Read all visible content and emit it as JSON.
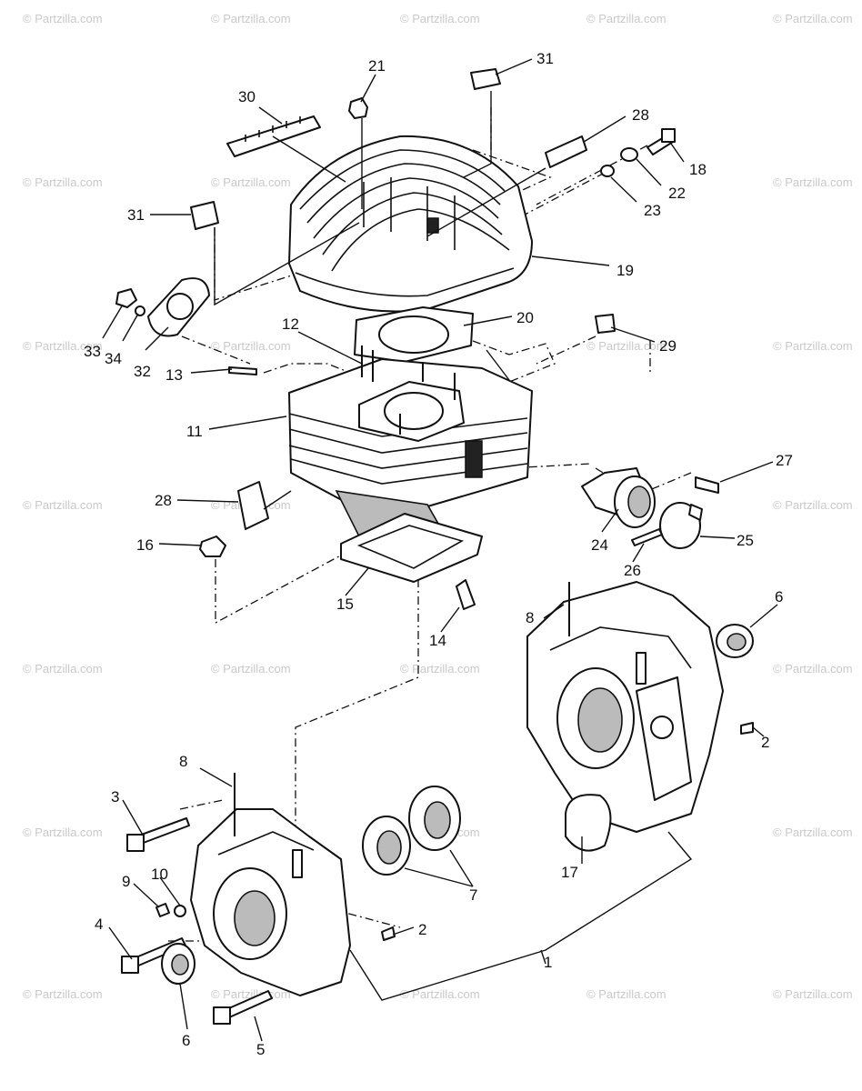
{
  "watermark": "© Partzilla.com",
  "callouts": {
    "c1": "1",
    "c2a": "2",
    "c2b": "2",
    "c3": "3",
    "c4": "4",
    "c5": "5",
    "c6a": "6",
    "c6b": "6",
    "c7": "7",
    "c8a": "8",
    "c8b": "8",
    "c9": "9",
    "c10": "10",
    "c11": "11",
    "c12": "12",
    "c13": "13",
    "c14": "14",
    "c15": "15",
    "c16": "16",
    "c17": "17",
    "c18": "18",
    "c19": "19",
    "c20": "20",
    "c21": "21",
    "c22": "22",
    "c23": "23",
    "c24": "24",
    "c25": "25",
    "c26": "26",
    "c27": "27",
    "c28a": "28",
    "c28b": "28",
    "c29": "29",
    "c30": "30",
    "c31a": "31",
    "c31b": "31",
    "c32": "32",
    "c33": "33",
    "c34": "34"
  }
}
